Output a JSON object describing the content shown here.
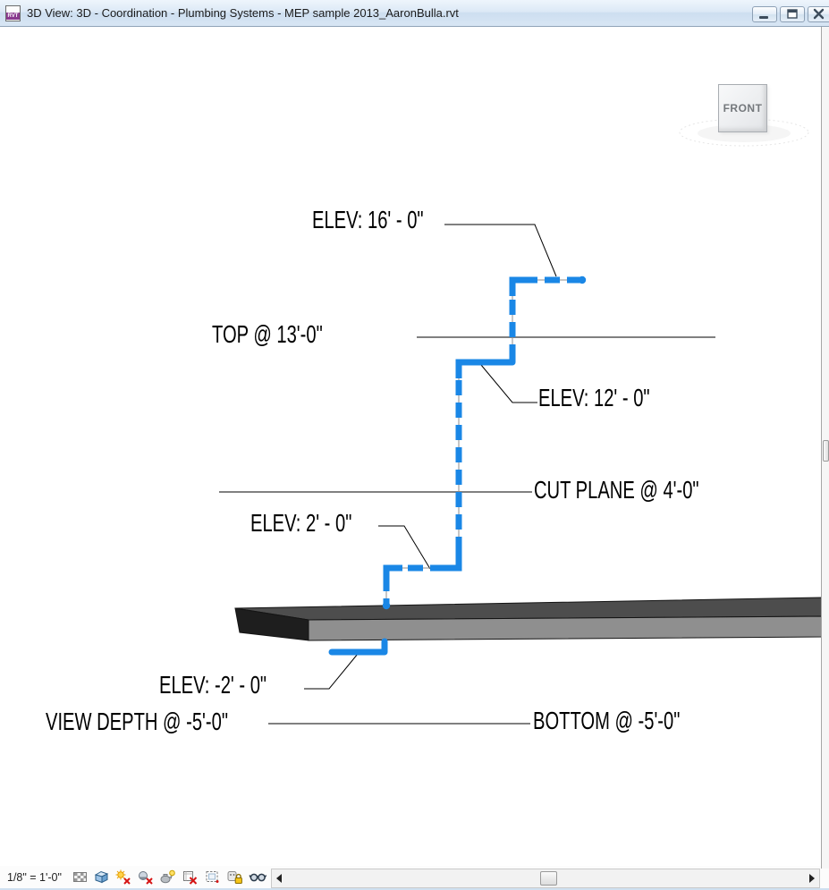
{
  "window": {
    "title": "3D View: 3D - Coordination - Plumbing Systems - MEP sample 2013_AaronBulla.rvt",
    "doc_icon_label": "RVT"
  },
  "viewcube": {
    "front_label": "FRONT"
  },
  "annotations": {
    "elev_16": "ELEV: 16' - 0\"",
    "top_level": "TOP @ 13'-0\"",
    "elev_12": "ELEV: 12' - 0\"",
    "cut_plane": "CUT PLANE @ 4'-0\"",
    "elev_2": "ELEV: 2' - 0\"",
    "elev_neg_2": "ELEV: -2' - 0\"",
    "view_depth": "VIEW DEPTH @ -5'-0\"",
    "bottom_level": "BOTTOM @ -5'-0\""
  },
  "status_bar": {
    "scale": "1/8\" = 1'-0\"",
    "icons": [
      "detail-level-icon",
      "visual-style-icon",
      "sun-path-off-icon",
      "shadows-off-icon",
      "rendering-dialog-icon",
      "crop-view-off-icon",
      "crop-region-icon",
      "lock-3d-view-icon",
      "temporary-hide-isolate-icon",
      "reveal-hidden-elements-icon",
      "analytical-model-off-icon",
      "collapse-arrow-icon"
    ]
  },
  "colors": {
    "pipe_blue": "#1a87e6",
    "pipe_centerline": "#8c8c8c",
    "slab_top": "#4d4d4d",
    "slab_front": "#8f8f8f",
    "slab_end": "#1e1e1e",
    "annotation_black": "#000000",
    "titlebar_gradient_top": "#eef5fc",
    "titlebar_gradient_bottom": "#cddef0"
  }
}
